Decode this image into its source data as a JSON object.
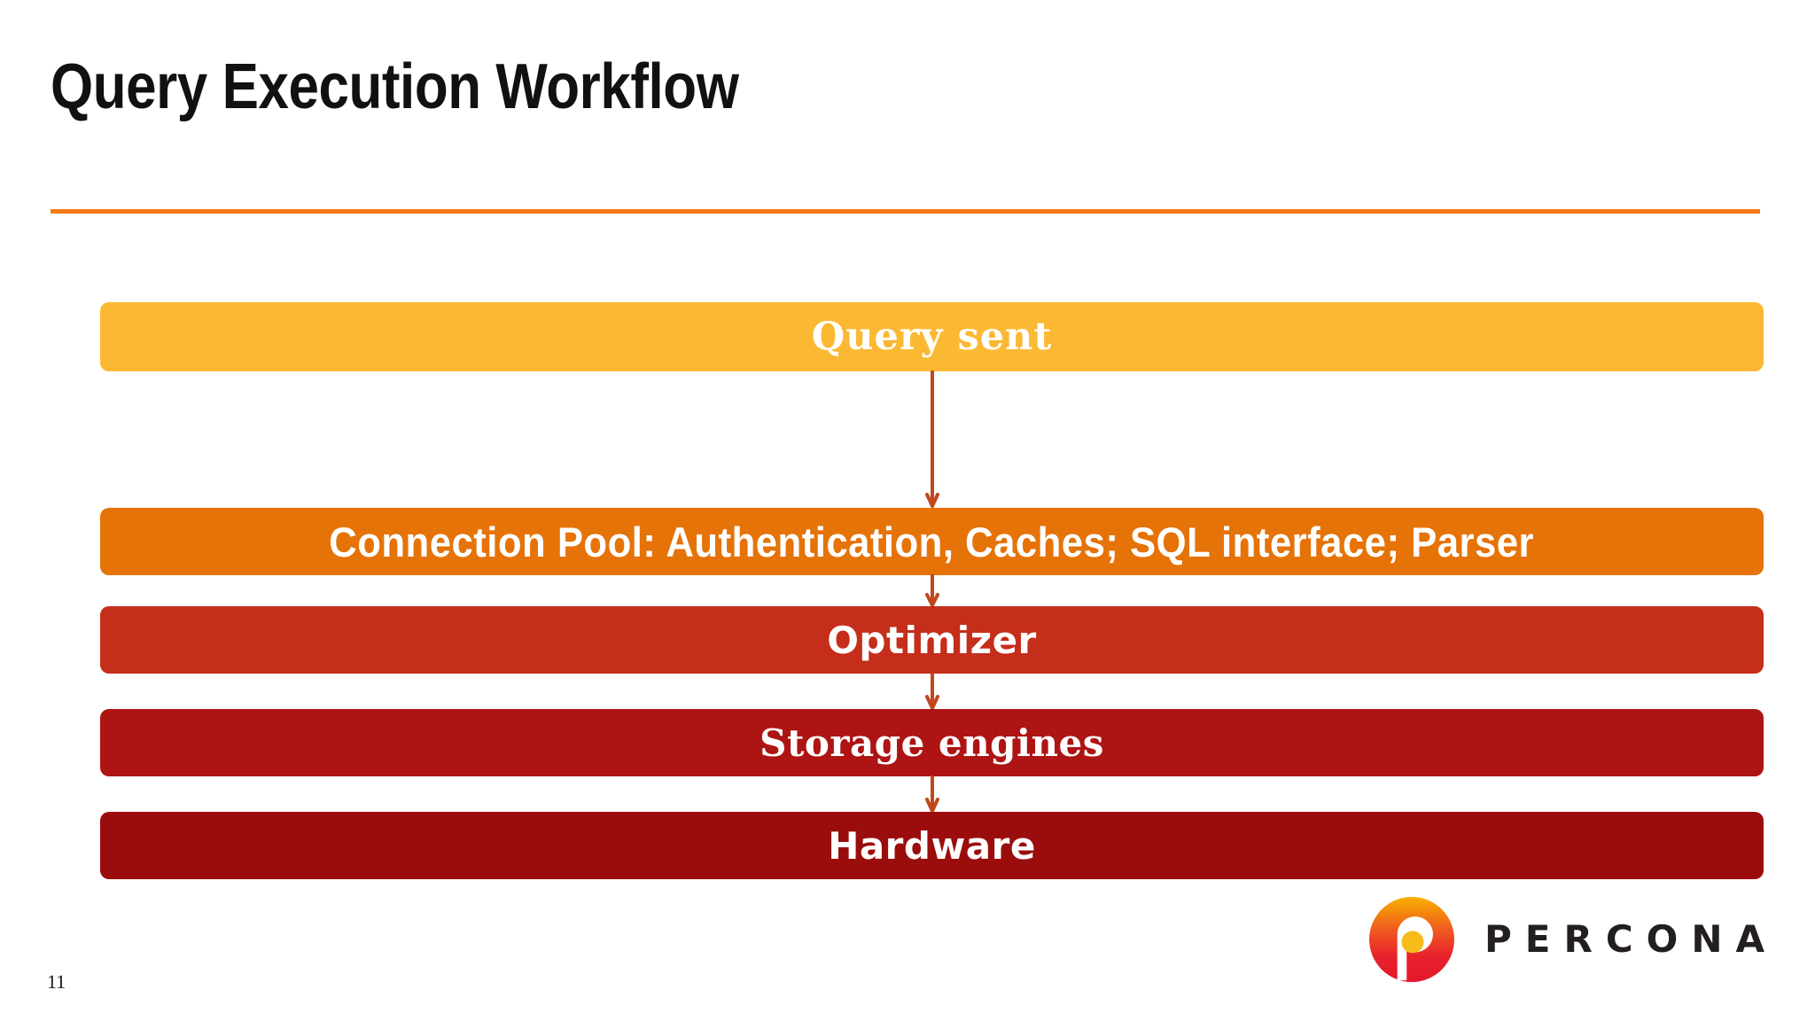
{
  "slide": {
    "title": "Query Execution Workflow",
    "page_number": "11",
    "rule_color": "#F47B16",
    "background_color": "#FFFFFF",
    "arrow_color": "#C0481E"
  },
  "flow": {
    "orientation": "vertical-top-down",
    "steps": [
      {
        "label": "Query sent",
        "color": "#FBB933"
      },
      {
        "label": "Connection Pool:  Authentication, Caches; SQL interface; Parser",
        "color": "#E57308"
      },
      {
        "label": "Optimizer",
        "color": "#C52E1A"
      },
      {
        "label": "Storage engines",
        "color": "#AD1413"
      },
      {
        "label": "Hardware",
        "color": "#9B0D0D"
      }
    ],
    "arrows": [
      {
        "from": "Query sent",
        "to": "Connection Pool"
      },
      {
        "from": "Connection Pool",
        "to": "Optimizer"
      },
      {
        "from": "Optimizer",
        "to": "Storage engines"
      },
      {
        "from": "Storage engines",
        "to": "Hardware"
      }
    ]
  },
  "branding": {
    "wordmark": "PERCONA",
    "mark_colors": {
      "top": "#F9B000",
      "bottom": "#E8212C",
      "dot": "#F7BC1A"
    }
  }
}
